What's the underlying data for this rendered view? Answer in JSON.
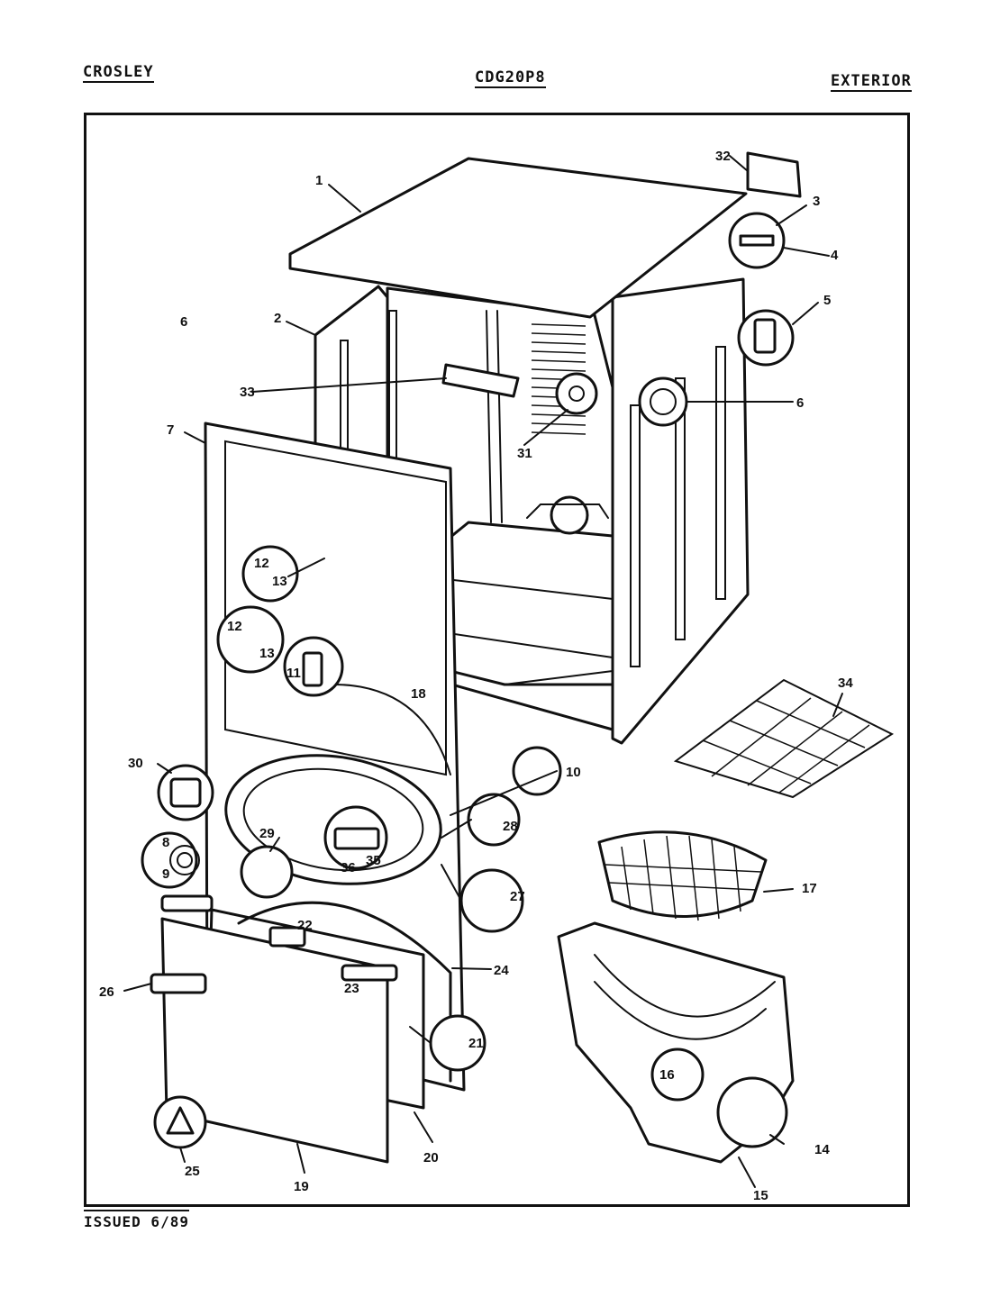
{
  "header": {
    "brand": "CROSLEY",
    "model": "CDG20P8",
    "section": "EXTERIOR"
  },
  "footer": {
    "issued": "ISSUED 6/89"
  },
  "callouts": [
    "1",
    "2",
    "3",
    "4",
    "5",
    "6",
    "6",
    "7",
    "8",
    "9",
    "10",
    "11",
    "12",
    "12",
    "13",
    "13",
    "14",
    "15",
    "16",
    "17",
    "18",
    "19",
    "20",
    "21",
    "22",
    "23",
    "24",
    "25",
    "26",
    "27",
    "28",
    "29",
    "30",
    "31",
    "32",
    "33",
    "34",
    "35",
    "36"
  ]
}
